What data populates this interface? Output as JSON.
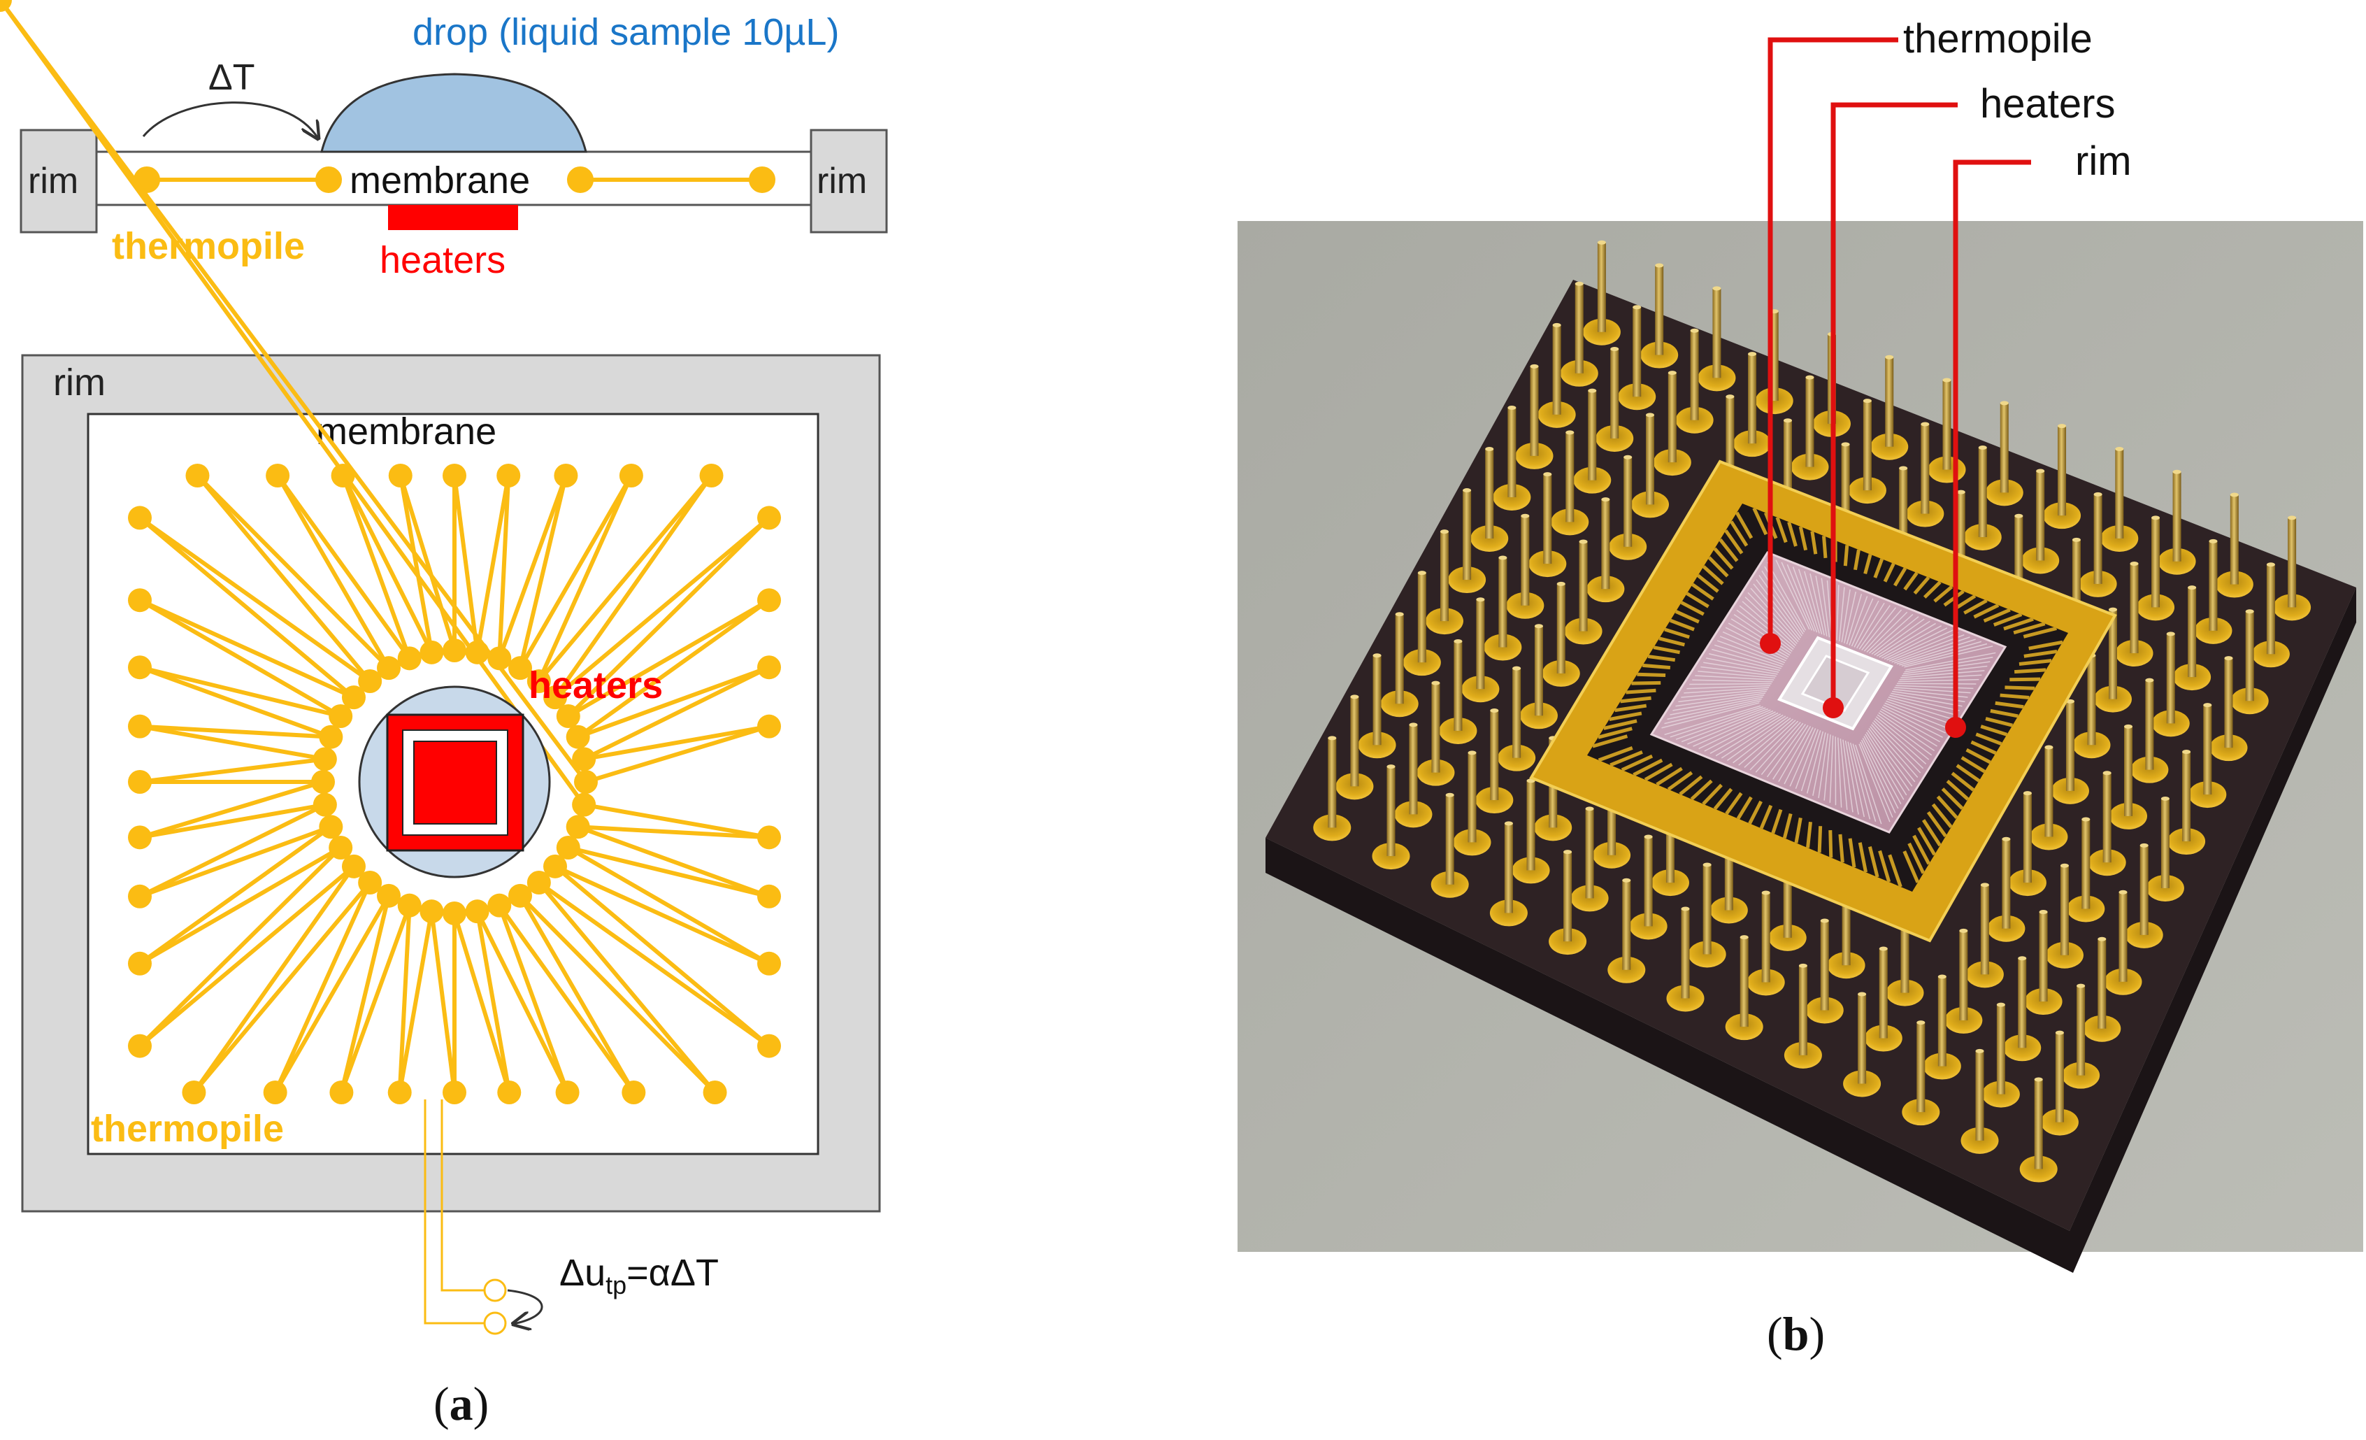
{
  "panel_a": {
    "caption_prefix": "(",
    "caption_letter": "a",
    "caption_suffix": ")",
    "side_view": {
      "delta_t": "ΔT",
      "drop_label": "drop (liquid sample 10µL)",
      "rim_left": "rim",
      "rim_right": "rim",
      "membrane": "membrane",
      "thermopile": "thermopile",
      "heaters": "heaters"
    },
    "top_view": {
      "rim": "rim",
      "membrane": "membrane",
      "heaters": "heaters",
      "thermopile": "thermopile",
      "output_prefix": "Δu",
      "output_sub": "tp",
      "output_suffix": "=αΔT"
    }
  },
  "panel_b": {
    "caption_prefix": "(",
    "caption_letter": "b",
    "caption_suffix": ")",
    "callouts": [
      "thermopile",
      "heaters",
      "rim"
    ]
  },
  "colors": {
    "thermopile": "#fbbc13",
    "heaters": "#ff0000",
    "drop": "#a1c3e1",
    "drop_text": "#1a76c8",
    "rim_fill": "#d9d9d9",
    "callout": "#e01010",
    "chip_body": "#2e2224",
    "chip_gold": "#d9a316",
    "die": "#c59cae"
  }
}
